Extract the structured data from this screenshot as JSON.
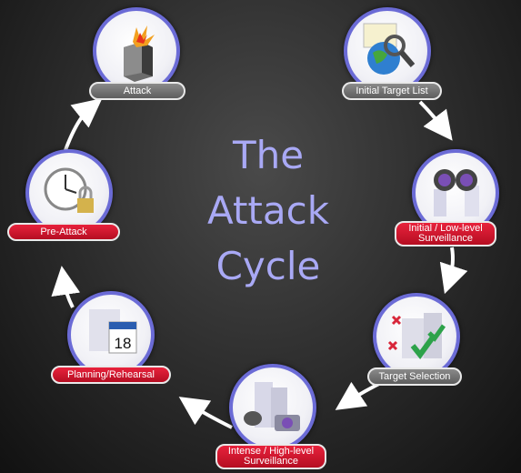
{
  "title_lines": [
    "The",
    "Attack",
    "Cycle"
  ],
  "stages": {
    "attack": "Attack",
    "initial_target_list": "Initial Target List",
    "initial_low_level_surveillance": "Initial / Low-level Surveillance",
    "target_selection": "Target Selection",
    "intense_high_level_surveillance": "Intense / High-level Surveillance",
    "planning_rehearsal": "Planning/Rehearsal",
    "pre_attack": "Pre-Attack"
  },
  "calendar_day": "18",
  "colors": {
    "ring": "#ffffff",
    "circle_border": "#6b6bd6",
    "title": "#a9a9f5",
    "red_label": "#d0152c",
    "gray_label": "#6f6f6f"
  }
}
